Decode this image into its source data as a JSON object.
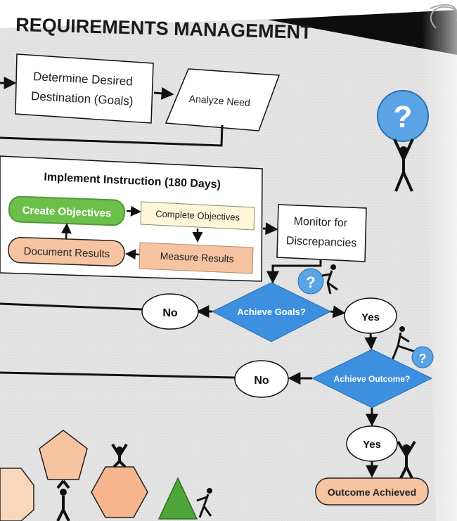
{
  "title": "REQUIREMENTS MANAGEMENT",
  "nodes": {
    "determine_goals": [
      "Determine Desired",
      "Destination (Goals)"
    ],
    "analyze_need": "Analyze Need",
    "implement_title": "Implement Instruction (180 Days)",
    "create_objectives": "Create Objectives",
    "complete_objectives": "Complete Objectives",
    "document_results": "Document Results",
    "measure_results": "Measure Results",
    "monitor": [
      "Monitor for",
      "Discrepancies"
    ],
    "achieve_goals": "Achieve Goals?",
    "achieve_outcome": "Achieve Outcome?",
    "no_1": "No",
    "yes_1": "Yes",
    "no_2": "No",
    "yes_2": "Yes",
    "outcome_achieved": "Outcome Achieved",
    "question_mark": "?"
  },
  "colors": {
    "green": "#6cc04a",
    "peach": "#f6c4a1",
    "cream": "#fdf6d8",
    "blue_diamond": "#3d8fe0",
    "blue_circle": "#5aa4e6",
    "panel": "#e6e6e6",
    "line": "#111111"
  }
}
